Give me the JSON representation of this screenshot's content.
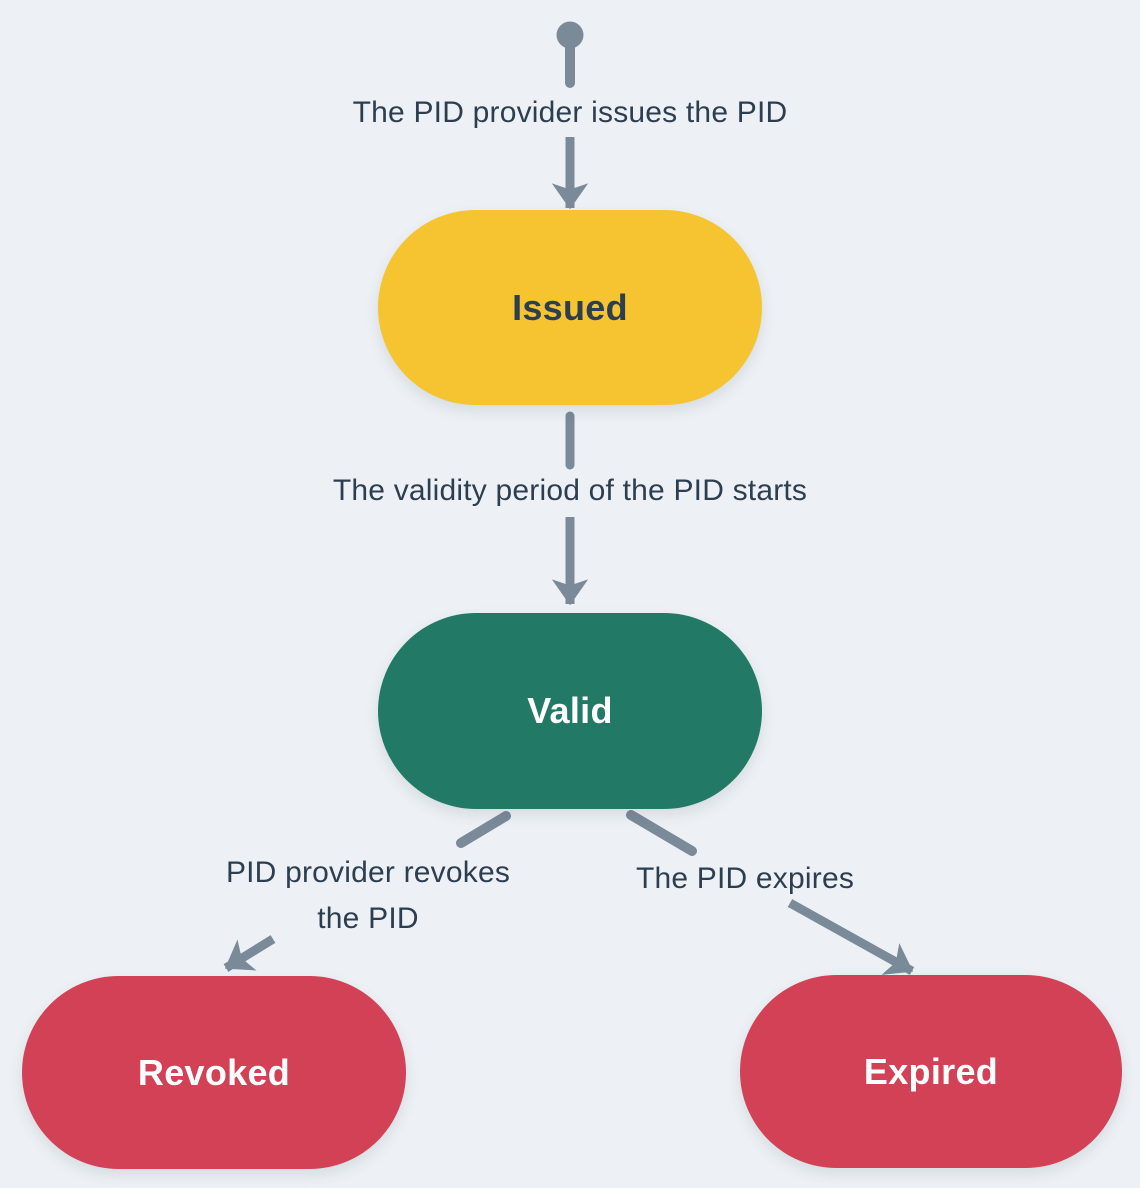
{
  "diagram": {
    "type": "state-diagram",
    "subject": "PID lifecycle states",
    "colors": {
      "background": "#EDF1F5",
      "arrow": "#7B8A99",
      "label_text": "#2D3E50",
      "issued_fill": "#F5C430",
      "issued_text": "#2D3E50",
      "valid_fill": "#227A66",
      "valid_text": "#FFFFFF",
      "terminal_fill": "#D24155",
      "terminal_text": "#FFFFFF"
    },
    "nodes": {
      "start": {
        "icon": "initial-state-dot"
      },
      "issued": {
        "label": "Issued"
      },
      "valid": {
        "label": "Valid"
      },
      "revoked": {
        "label": "Revoked"
      },
      "expired": {
        "label": "Expired"
      }
    },
    "edges": {
      "start_to_issued": {
        "label": "The PID provider issues the PID"
      },
      "issued_to_valid": {
        "label": "The validity period of the PID starts"
      },
      "valid_to_revoked": {
        "label_line1": "PID provider revokes",
        "label_line2": "the PID"
      },
      "valid_to_expired": {
        "label": "The PID expires"
      }
    }
  }
}
